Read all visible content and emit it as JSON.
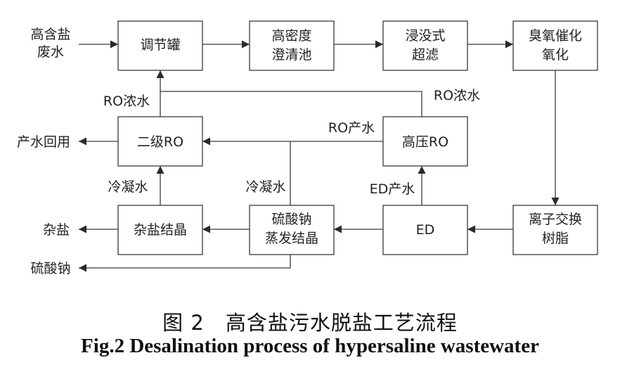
{
  "nodes": {
    "tiaojieguan": "调节罐",
    "gaomidu_1": "高密度",
    "gaomidu_2": "澄清池",
    "jinmeishi_1": "浸没式",
    "jinmeishi_2": "超滤",
    "chouyang_1": "臭氧催化",
    "chouyang_2": "氧化",
    "erji_ro": "二级RO",
    "gaoya_ro": "高压RO",
    "zayan_jiejing": "杂盐结晶",
    "liusuanna_1": "硫酸钠",
    "liusuanna_2": "蒸发结晶",
    "ed": "ED",
    "lizi_1": "离子交换",
    "lizi_2": "树脂"
  },
  "labels": {
    "input_1": "高含盐",
    "input_2": "废水",
    "ro_nongshui_left": "RO浓水",
    "ro_nongshui_right": "RO浓水",
    "ro_chanshui": "RO产水",
    "chanshui_huiyong": "产水回用",
    "lengning_left": "冷凝水",
    "lengning_mid": "冷凝水",
    "ed_chanshui": "ED产水",
    "zayan": "杂盐",
    "liusuanna_out": "硫酸钠"
  },
  "caption": {
    "cn": "图 2　高含盐污水脱盐工艺流程",
    "en": "Fig.2 Desalination process of hypersaline wastewater"
  }
}
